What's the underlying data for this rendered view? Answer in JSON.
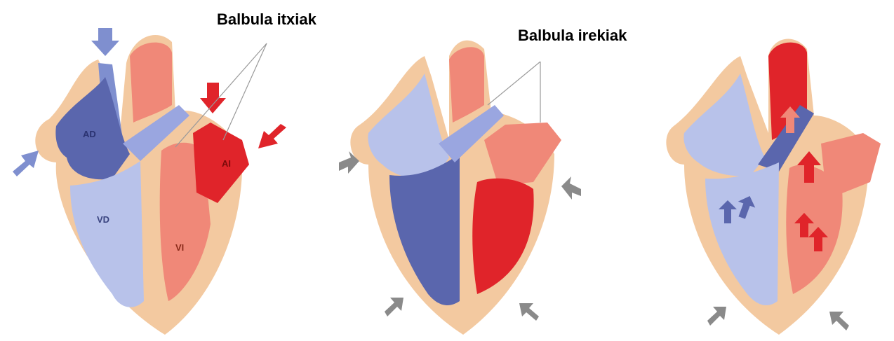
{
  "callouts": {
    "closed_valves": "Balbula itxiak",
    "open_valves": "Balbula irekiak"
  },
  "chamber_labels": {
    "right_atrium": "AD",
    "right_ventricle": "VD",
    "left_ventricle": "VI",
    "left_atrium": "AI"
  },
  "colors": {
    "tissue": "#f3c9a0",
    "deoxygenated": "#7f8fcf",
    "deoxygenated_dark": "#5a66ad",
    "deoxygenated_light": "#b8c2ea",
    "oxygenated": "#f08878",
    "oxygenated_dark": "#e0242a",
    "arrow_gray": "#8a8a8a"
  },
  "icons": {
    "blue_arrow": "blood-inflow-arrow-icon",
    "red_arrow": "oxygenated-inflow-arrow-icon",
    "gray_arrow": "contraction-arrow-icon"
  }
}
